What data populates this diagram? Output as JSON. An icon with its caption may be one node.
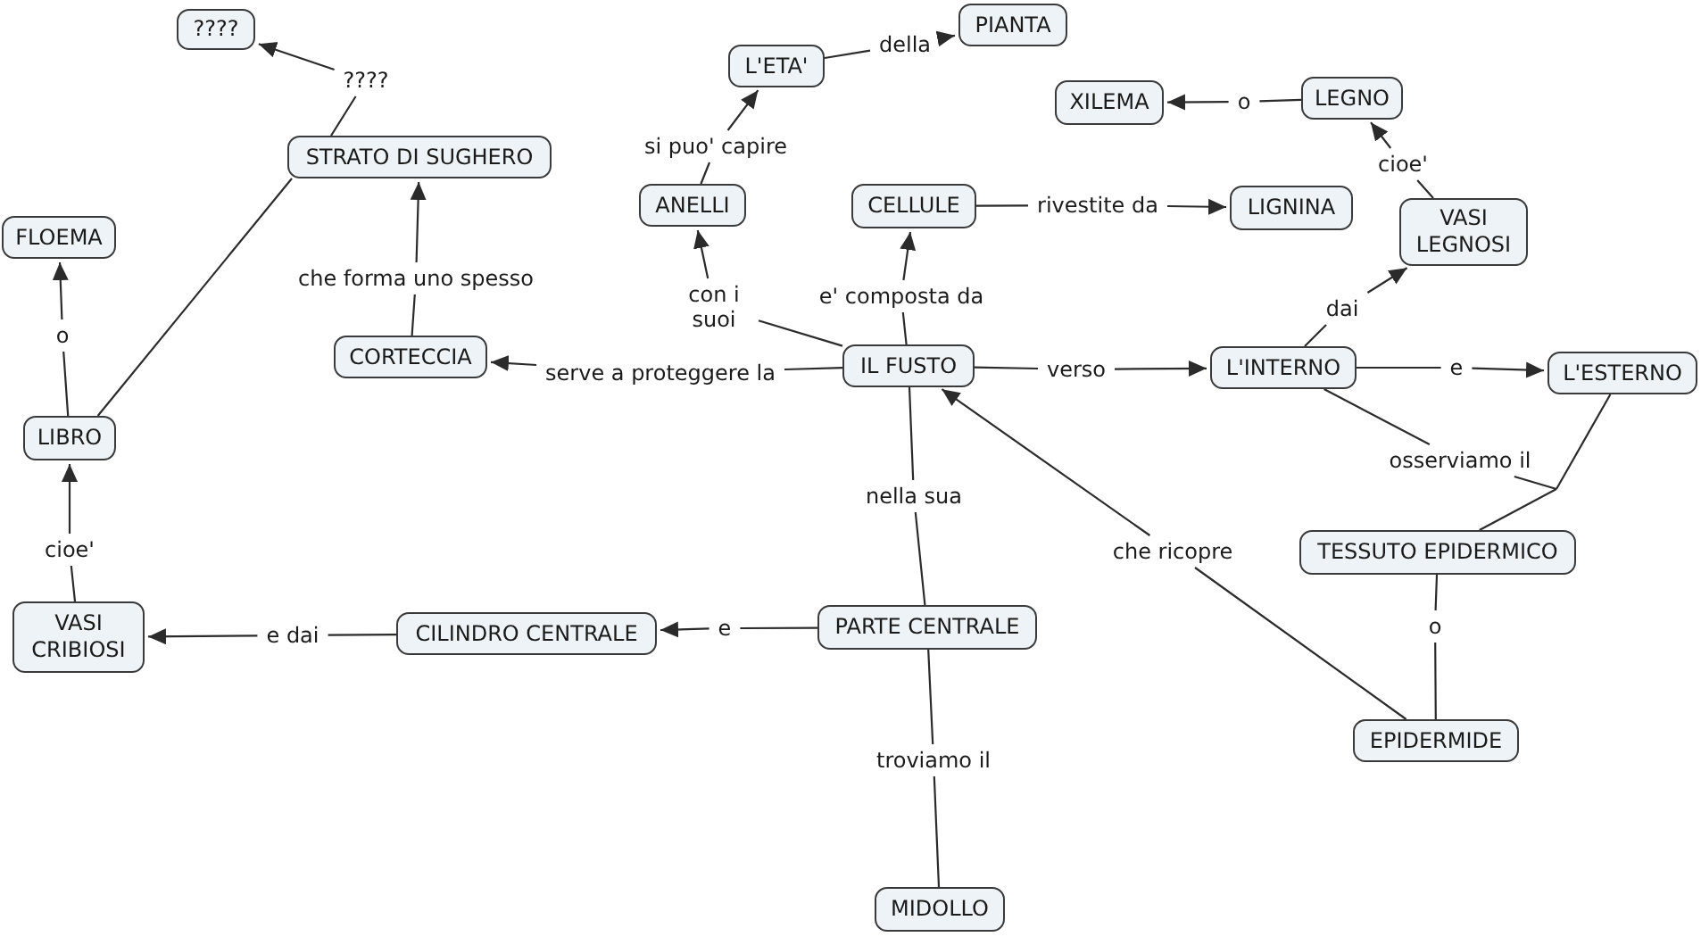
{
  "diagram": {
    "nodes": [
      {
        "text": [
          "????"
        ]
      },
      {
        "text": [
          "PIANTA"
        ]
      },
      {
        "text": [
          "L'ETA'"
        ]
      },
      {
        "text": [
          "LEGNO"
        ]
      },
      {
        "text": [
          "XILEMA"
        ]
      },
      {
        "text": [
          "STRATO DI SUGHERO"
        ]
      },
      {
        "text": [
          "ANELLI"
        ]
      },
      {
        "text": [
          "CELLULE"
        ]
      },
      {
        "text": [
          "LIGNINA"
        ]
      },
      {
        "text": [
          "VASI LEGNOSI"
        ]
      },
      {
        "text": [
          "FLOEMA"
        ]
      },
      {
        "text": [
          "CORTECCIA"
        ]
      },
      {
        "text": [
          "IL FUSTO"
        ]
      },
      {
        "text": [
          "L'INTERNO"
        ]
      },
      {
        "text": [
          "L'ESTERNO"
        ]
      },
      {
        "text": [
          "LIBRO"
        ]
      },
      {
        "text": [
          "TESSUTO EPIDERMICO"
        ]
      },
      {
        "text": [
          "VASI CRIBIOSI"
        ]
      },
      {
        "text": [
          "CILINDRO CENTRALE"
        ]
      },
      {
        "text": [
          "PARTE CENTRALE"
        ]
      },
      {
        "text": [
          "EPIDERMIDE"
        ]
      },
      {
        "text": [
          "MIDOLLO"
        ]
      }
    ],
    "edges": [
      {
        "from": 5,
        "to": 0,
        "arrow": "to",
        "label": "????"
      },
      {
        "from": 2,
        "to": 1,
        "arrow": "to",
        "label": "della"
      },
      {
        "from": 6,
        "to": 2,
        "arrow": "to",
        "label": "si puo' capire"
      },
      {
        "from": 12,
        "to": 6,
        "arrow": "to",
        "label": "con i suoi"
      },
      {
        "from": 12,
        "to": 7,
        "arrow": "to",
        "label": "e' composta da"
      },
      {
        "from": 7,
        "to": 8,
        "arrow": "to",
        "label": "rivestite da"
      },
      {
        "from": 3,
        "to": 4,
        "arrow": "to",
        "label": "o"
      },
      {
        "from": 9,
        "to": 3,
        "arrow": "to",
        "label": "cioe'"
      },
      {
        "from": 13,
        "to": 9,
        "arrow": "to",
        "label": "dai"
      },
      {
        "from": 12,
        "to": 11,
        "arrow": "to",
        "label": "serve a proteggere la"
      },
      {
        "from": 11,
        "to": 5,
        "arrow": "to",
        "label": "che forma uno spesso"
      },
      {
        "from": 15,
        "to": 10,
        "arrow": "to",
        "label": "o"
      },
      {
        "from": 15,
        "to": 5,
        "arrow": "none"
      },
      {
        "from": 12,
        "to": 13,
        "arrow": "to",
        "label": "verso"
      },
      {
        "from": 13,
        "to": 14,
        "arrow": "to",
        "label": "e"
      },
      {
        "from": 13,
        "to": 16,
        "arrow": "none",
        "label": "osserviamo il"
      },
      {
        "from": 14,
        "to": 16,
        "arrow": "none"
      },
      {
        "from": 12,
        "to": 19,
        "arrow": "none",
        "label": "nella sua"
      },
      {
        "from": 17,
        "to": 15,
        "arrow": "to",
        "label": "cioe'"
      },
      {
        "from": 18,
        "to": 17,
        "arrow": "to",
        "label": "e dai"
      },
      {
        "from": 19,
        "to": 18,
        "arrow": "to",
        "label": "e"
      },
      {
        "from": 20,
        "to": 12,
        "arrow": "to",
        "label": "che ricopre"
      },
      {
        "from": 16,
        "to": 20,
        "arrow": "none",
        "label": "o"
      },
      {
        "from": 19,
        "to": 21,
        "arrow": "none",
        "label": "troviamo il"
      }
    ]
  }
}
